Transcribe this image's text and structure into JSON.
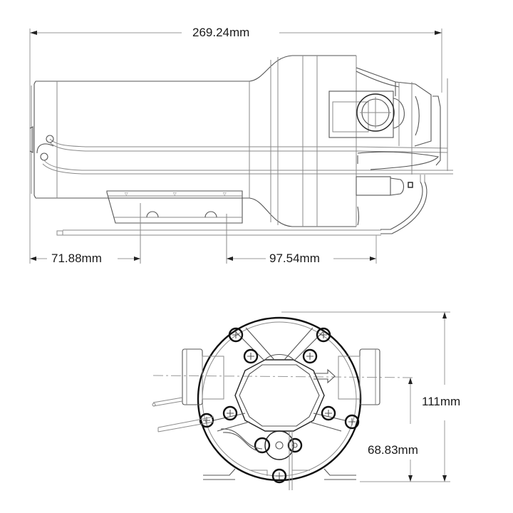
{
  "diagram": {
    "subject": "pump-technical-drawing",
    "views": [
      "side-view",
      "front-view"
    ],
    "line_color": "#222222",
    "dimension_line_color": "#9a9a9a",
    "background": "#ffffff"
  },
  "side_view": {
    "dimensions": {
      "overall_length": "269.24mm",
      "mount_offset": "71.88mm",
      "port_offset": "97.54mm"
    }
  },
  "front_view": {
    "dimensions": {
      "overall_height": "111mm",
      "port_height": "68.83mm"
    }
  }
}
